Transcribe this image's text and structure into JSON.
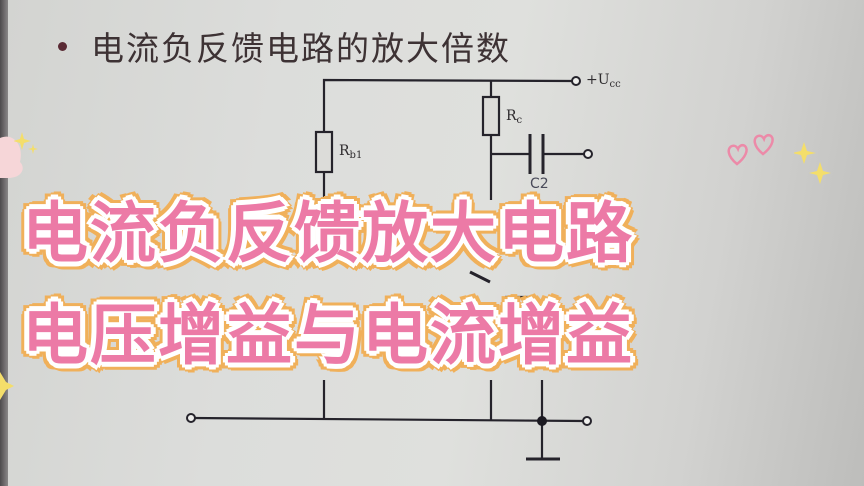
{
  "slide": {
    "title": "电流负反馈电路的放大倍数",
    "bullet": "•"
  },
  "circuit": {
    "labels": {
      "supply": "+U",
      "supply_sub": "cc",
      "rb1": "R",
      "rb1_sub": "b1",
      "rc": "R",
      "rc_sub": "c",
      "c2": "C2"
    }
  },
  "overlay": {
    "line1": "电流负反馈放大电路",
    "line2": "电压增益与电流增益",
    "colors": {
      "fill": "#ec7aa6",
      "inner_stroke": "#ffffff",
      "outer_stroke": "#f0b05a"
    }
  },
  "decorations": {
    "hearts_color": "#ec8aa8",
    "sparkle_color": "#f4de6a",
    "ghost_color": "#f5d3d6"
  }
}
